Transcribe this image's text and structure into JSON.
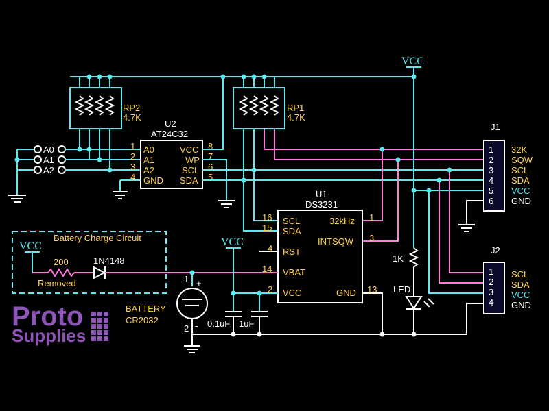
{
  "components": {
    "rp2": {
      "ref": "RP2",
      "value": "4.7K"
    },
    "rp1": {
      "ref": "RP1",
      "value": "4.7K"
    },
    "u2": {
      "ref": "U2",
      "part": "AT24C32",
      "pins_left": [
        {
          "num": "1",
          "name": "A0"
        },
        {
          "num": "2",
          "name": "A1"
        },
        {
          "num": "3",
          "name": "A2"
        },
        {
          "num": "4",
          "name": "GND"
        }
      ],
      "pins_right": [
        {
          "num": "8",
          "name": "VCC"
        },
        {
          "num": "7",
          "name": "WP"
        },
        {
          "num": "6",
          "name": "SCL"
        },
        {
          "num": "5",
          "name": "SDA"
        }
      ]
    },
    "u1": {
      "ref": "U1",
      "part": "DS3231",
      "pins_left": [
        {
          "num": "16",
          "name": "SCL"
        },
        {
          "num": "15",
          "name": "SDA"
        },
        {
          "num": "4",
          "name": "RST"
        },
        {
          "num": "14",
          "name": "VBAT"
        },
        {
          "num": "2",
          "name": "VCC"
        }
      ],
      "pins_right": [
        {
          "num": "1",
          "name": "32kHz"
        },
        {
          "num": "3",
          "name": "INTSQW"
        },
        {
          "num": "13",
          "name": "GND"
        }
      ]
    },
    "j1": {
      "ref": "J1",
      "pins": [
        "1",
        "2",
        "3",
        "4",
        "5",
        "6"
      ],
      "labels": [
        "32K",
        "SQW",
        "SCL",
        "SDA",
        "VCC",
        "GND"
      ]
    },
    "j2": {
      "ref": "J2",
      "pins": [
        "1",
        "2",
        "3",
        "4"
      ],
      "labels": [
        "SCL",
        "SDA",
        "VCC",
        "GND"
      ]
    },
    "address_pads": [
      "A0",
      "A1",
      "A2"
    ],
    "battery": {
      "line1": "BATTERY",
      "line2": "CR2032",
      "plus": "+",
      "pin1": "1",
      "pin2": "2",
      "minus": "-"
    },
    "charge_circuit": {
      "title": "Battery Charge Circuit",
      "resistor": "200",
      "diode": "1N4148",
      "note": "Removed"
    },
    "caps": [
      "0.1uF",
      "1uF"
    ],
    "led_resistor": "1K",
    "led": "LED",
    "vcc_label": "VCC"
  },
  "colors": {
    "wire_cyan": "#5ee8f0",
    "wire_pink": "#ff7ad9",
    "label_yellow": "#ffd24a",
    "logo_purple": "#8e55b8"
  },
  "logo": {
    "line1": "Proto",
    "line2": "Supplies"
  }
}
